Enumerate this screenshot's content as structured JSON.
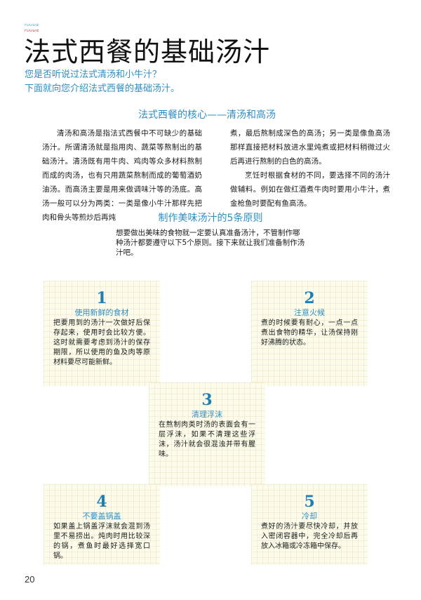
{
  "header": {
    "deco_labels": [
      "FOODIE",
      "FOODIE"
    ],
    "title": "法式西餐的基础汤汁",
    "subtitle_lines": [
      "您是否听说过法式清汤和小牛汁？",
      "下面就向您介绍法式西餐的基础汤汁。"
    ]
  },
  "section1": {
    "heading": "法式西餐的核心——清汤和高汤",
    "left_column": {
      "paragraph": "清汤和高汤是指法式西餐中不可缺少的基础汤汁。所谓清汤就是指用肉、蔬菜等熬制出的基础汤汁。清汤既有用牛肉、鸡肉等众多材料熬制而成的肉汤，也有只用蔬菜熬制而成的葡萄酒奶油汤。而高汤主要是用来做调味汁等的汤底。高汤一般可以分为两类：一类是像小牛汁那样先把肉和骨头等煎炒后再炖"
    },
    "right_column": {
      "continuation": "煮，最后熬制成深色的高汤；另一类是像鱼高汤那样直接把材料放进水里炖煮或把材料稍微过火后再进行熬制的白色的高汤。",
      "paragraph": "烹饪时根据食材的不同，要选择不同的汤汁做辅料。例如在做红酒煮牛肉时要用小牛汁，煮金枪鱼时要配有鱼高汤。"
    }
  },
  "section2": {
    "heading": "制作美味汤汁的5条原则",
    "intro": "想要做出美味的食物就一定要认真准备汤汁，不管制作哪种汤汁都要遵守以下5个原则。接下来就让我们准备制作汤汁吧。"
  },
  "principles": [
    {
      "number": "1",
      "title": "使用新鲜的食材",
      "body": "把要用到的汤汁一次做好后保存起来，使用时会比较方便。这时就需要考虑到汤汁的保存期限，所以使用的鱼及肉等原材料要尽可能新鲜。"
    },
    {
      "number": "2",
      "title": "注意火候",
      "body": "煮的时候要有耐心，一点一点煮出食物的精华，让汤保持刚好沸腾的状态。"
    },
    {
      "number": "3",
      "title": "清理浮沫",
      "body": "在熬制肉类时汤的表面会有一层浮沫，如果不清理这些浮沫，汤汁就会很混浊并带有腥味。"
    },
    {
      "number": "4",
      "title": "不要盖锅盖",
      "body": "如果盖上锅盖浮沫就会混到汤里不易捞出。炖肉时用比较深的锅，煮鱼时最好选择宽口锅。"
    },
    {
      "number": "5",
      "title": "冷却",
      "body": "煮好的汤汁要尽快冷却，并放入密闭容器中，完全冷却后再放入冰箱或冷冻箱中保存。"
    }
  ],
  "footer": {
    "page_number": "20"
  },
  "colors": {
    "accent_blue": "#2f8ec4",
    "number_blue": "#1f7fb5",
    "deco_red": "#c8323c",
    "tile_bg": "#fdfcec"
  }
}
